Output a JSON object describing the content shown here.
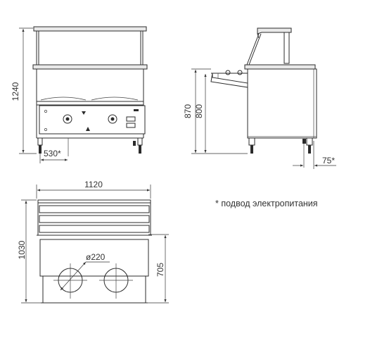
{
  "dimensions": {
    "front_height": "1240",
    "front_leg_width": "530*",
    "side_total_height": "870",
    "side_counter_height": "800",
    "side_offset": "75*",
    "top_width": "1120",
    "top_depth": "1030",
    "top_inner": "705",
    "burner_diameter": "ø220"
  },
  "note": "* подвод электропитания"
}
